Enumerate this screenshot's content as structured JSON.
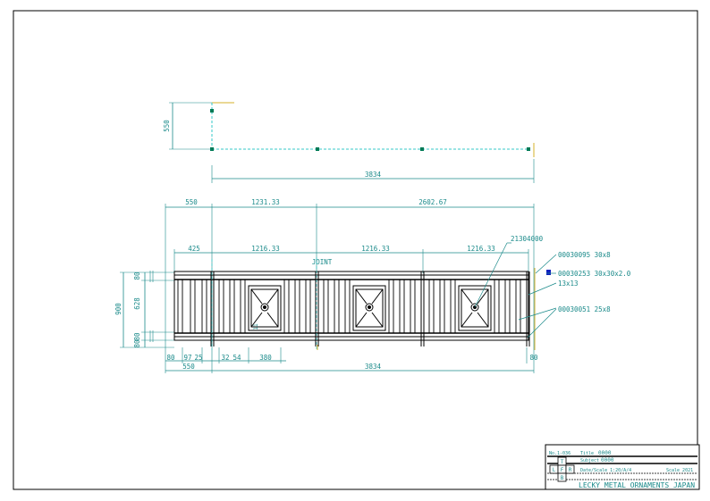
{
  "colors": {
    "frame": "#000000",
    "dimension": "#1a8a8a",
    "centerline": "#35c9c9",
    "node": "#007a55",
    "accent_yellow": "#d4b02a",
    "marker_blue": "#1020c0"
  },
  "plan_view": {
    "dim_depth": "550",
    "dim_total": "3834"
  },
  "elevation": {
    "top_dims": [
      "550",
      "1231.33",
      "2602.67"
    ],
    "panel_dims": [
      "425",
      "1216.33",
      "1216.33",
      "1216.33"
    ],
    "joint_label": "JOINT",
    "left_dims": {
      "total": "900",
      "top_rail": "80",
      "infill": "628",
      "bottom_a": "80",
      "bottom_b": "80"
    },
    "bottom_dims": [
      "80",
      "97",
      "25",
      "32",
      "54",
      "380",
      "550",
      "3834",
      "80"
    ],
    "small_label": "11",
    "callouts": [
      "21304000",
      "00030095  30x8",
      "00030253  30x30x2.0",
      "13x13",
      "00030051  25x8"
    ]
  },
  "title_block": {
    "row1_label": "No.1-036",
    "row1_field": "Title",
    "row1_value": "0000",
    "row2_field": "Subject",
    "row2_value": "0000",
    "row3_text": "Date/Scale 1:20/A/4",
    "row3_scale": "Scale 2021",
    "company": "LECKY METAL ORNAMENTS JAPAN",
    "view_letters": [
      "T",
      "L",
      "F",
      "R",
      "B"
    ]
  }
}
